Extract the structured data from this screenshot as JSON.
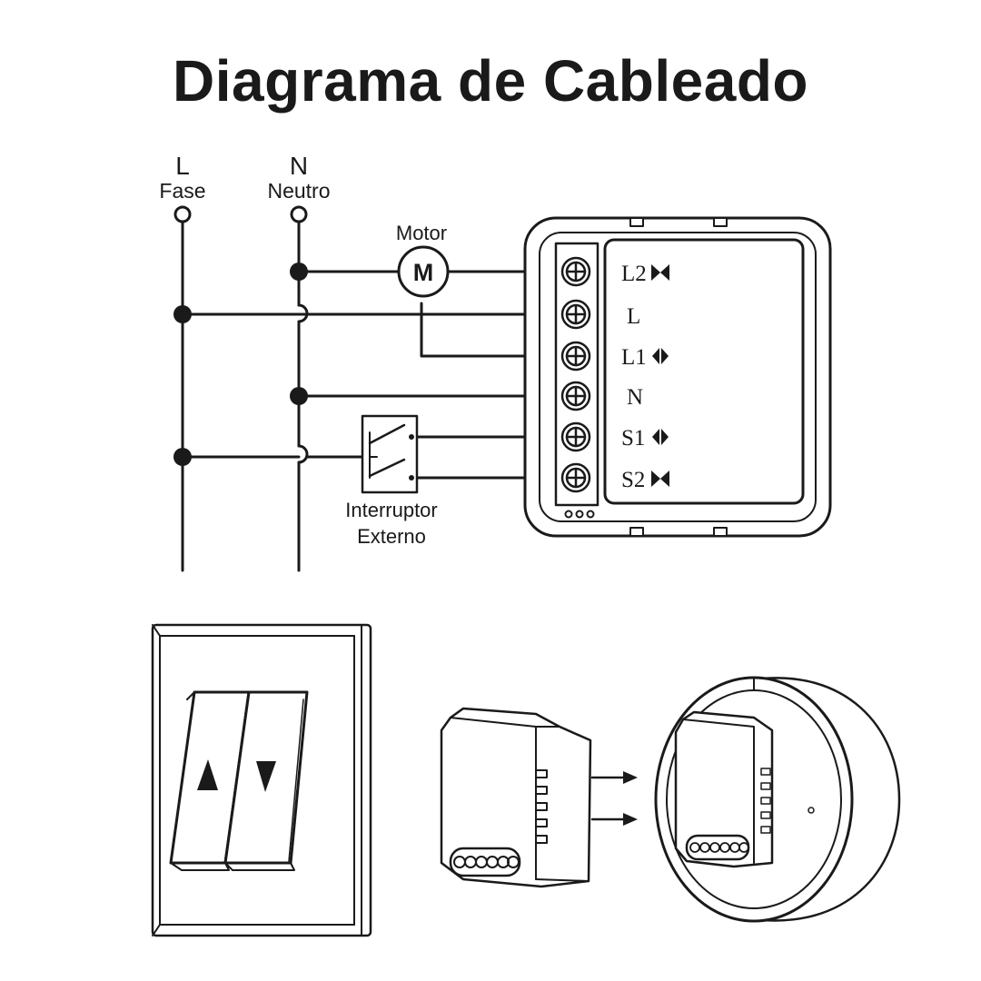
{
  "title": "Diagrama de Cableado",
  "lines": {
    "L": {
      "letter": "L",
      "name": "Fase"
    },
    "N": {
      "letter": "N",
      "name": "Neutro"
    }
  },
  "motor": {
    "label": "Motor",
    "symbol": "M"
  },
  "switch": {
    "label_line1": "Interruptor",
    "label_line2": "Externo"
  },
  "terminals": [
    "L2",
    "L",
    "L1",
    "N",
    "S1",
    "S2"
  ],
  "arrows": {
    "up": "up-arrow-icon",
    "down": "down-arrow-icon"
  },
  "colors": {
    "ink": "#1a1a1a",
    "background": "#ffffff"
  }
}
